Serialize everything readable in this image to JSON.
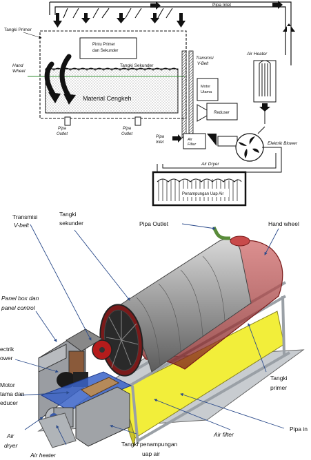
{
  "top_diagram": {
    "pipa_inlet_top": "Pipa Inlet",
    "tangki_primer": "Tangki Primer",
    "pintu_1": "Pintu Primer",
    "pintu_2": "dan Sekunder",
    "hand_wheel_1": "Hand",
    "hand_wheel_2": "Wheel",
    "tangki_sekunder": "Tangki Sekunder",
    "transmisi_1": "Transmisi",
    "transmisi_2": "V-Belt",
    "material": "Material Cengkeh",
    "motor_1": "Motor",
    "motor_2": "Utama",
    "air_heater": "Air Heater",
    "reduser": "Reduser",
    "pipa_outlet_1a": "Pipa",
    "pipa_outlet_1b": "Outlet",
    "pipa_outlet_2a": "Pipa",
    "pipa_outlet_2b": "Outlet",
    "pipa_inlet_a": "Pipa",
    "pipa_inlet_b": "Inlet",
    "air_filter_a": "Air",
    "air_filter_b": "Filter",
    "elektrik_blower": "Elektrik Blower",
    "air_dryer": "Air Dryer",
    "penampungan": "Penampungan Uap Air"
  },
  "bottom_labels": {
    "transmisi_1": "Transmisi",
    "transmisi_2": "V-belt",
    "tangki_sekunder_1": "Tangki",
    "tangki_sekunder_2": "sekunder",
    "pipa_outlet": "Pipa Outlet",
    "hand_wheel": "Hand wheel",
    "panel_1": "Panel box dan",
    "panel_2": "panel control",
    "blower_1": "ectrik",
    "blower_2": "ower",
    "motor_1": "Motor",
    "motor_2": "tama dan",
    "motor_3": "educer",
    "tangki_primer_1": "Tangki",
    "tangki_primer_2": "primer",
    "pipa_in": "Pipa in",
    "air_dryer_1": "Air",
    "air_dryer_2": "dryer",
    "air_heater": "Air heater",
    "penampungan_1": "Tangki penampungan",
    "penampungan_2": "uap air",
    "air_filter": "Air filter"
  },
  "colors": {
    "tank_red": "#b0262a",
    "drum_grey": "#8f8f8f",
    "yellow_tray": "#f2ee3a",
    "blue_tray": "#3a63c8",
    "frame_grey": "#9aa0a6",
    "green_pipe": "#5a8c3a"
  }
}
